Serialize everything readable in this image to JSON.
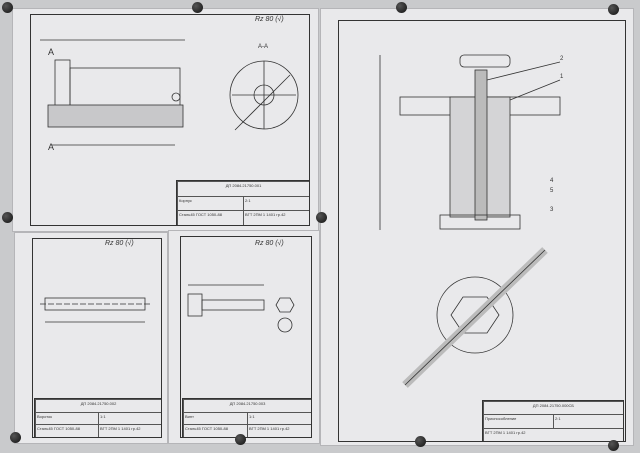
{
  "sheets": [
    {
      "code": "ДП 2084.21750.001",
      "name": "Корпус",
      "material": "Сталь45 ГОСТ 1050-88",
      "roughness": "Rz 80 (√)",
      "section": "А-А",
      "scale": "2:1"
    },
    {
      "code": "ДП 2084.21750.002",
      "name": "Вороток",
      "material": "Сталь45 ГОСТ 1050-88",
      "roughness": "Rz 80 (√)",
      "scale": "1:1"
    },
    {
      "code": "ДП 2084.21750.003",
      "name": "Винт",
      "material": "Сталь45 ГОСТ 1050-88",
      "roughness": "Rz 80 (√)",
      "scale": "1:1"
    },
    {
      "code": "ДП 2084.21750.000СБ",
      "name": "Приспособление",
      "scale": "2:1"
    }
  ],
  "callouts": [
    "1",
    "2",
    "3",
    "4",
    "5"
  ],
  "org": "ВГТ 2ПМ 1 1401 гр.42"
}
